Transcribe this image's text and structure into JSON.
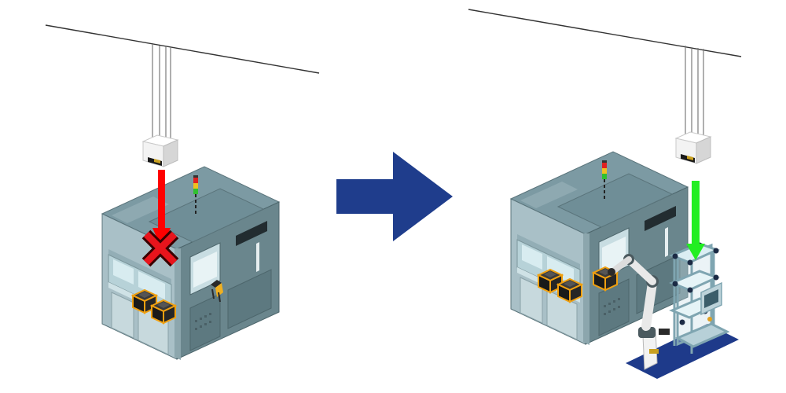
{
  "panels": [
    {
      "id": "before",
      "drop_allowed": false,
      "drop_arrow_color": "#ff0000",
      "blocked_marker": "cross-icon",
      "blocked_marker_color": "#e8141c",
      "blocked_marker_outline": "#3a0000",
      "station_attached": false
    },
    {
      "id": "after",
      "drop_allowed": true,
      "drop_arrow_color": "#22ee22",
      "station_attached": true,
      "station_components": [
        "robot-arm",
        "transfer-rack",
        "control-panel",
        "floor-mat"
      ]
    }
  ],
  "transition_arrow": {
    "icon": "right-arrow-icon",
    "color": "#1f3d8c"
  },
  "colors": {
    "machine_top": "#7c9aa3",
    "machine_left": "#a9c0c7",
    "machine_right": "#5d7980",
    "ceiling_rail": "#333333",
    "hoist_body": "#f4f4f4",
    "pod_body": "#222222",
    "pod_outline": "#f0a010",
    "signal_tower": [
      "#e02020",
      "#f0c020",
      "#30c030"
    ],
    "floor_mat": "#1e3a8a",
    "rack_frame": "#9dbec9"
  }
}
